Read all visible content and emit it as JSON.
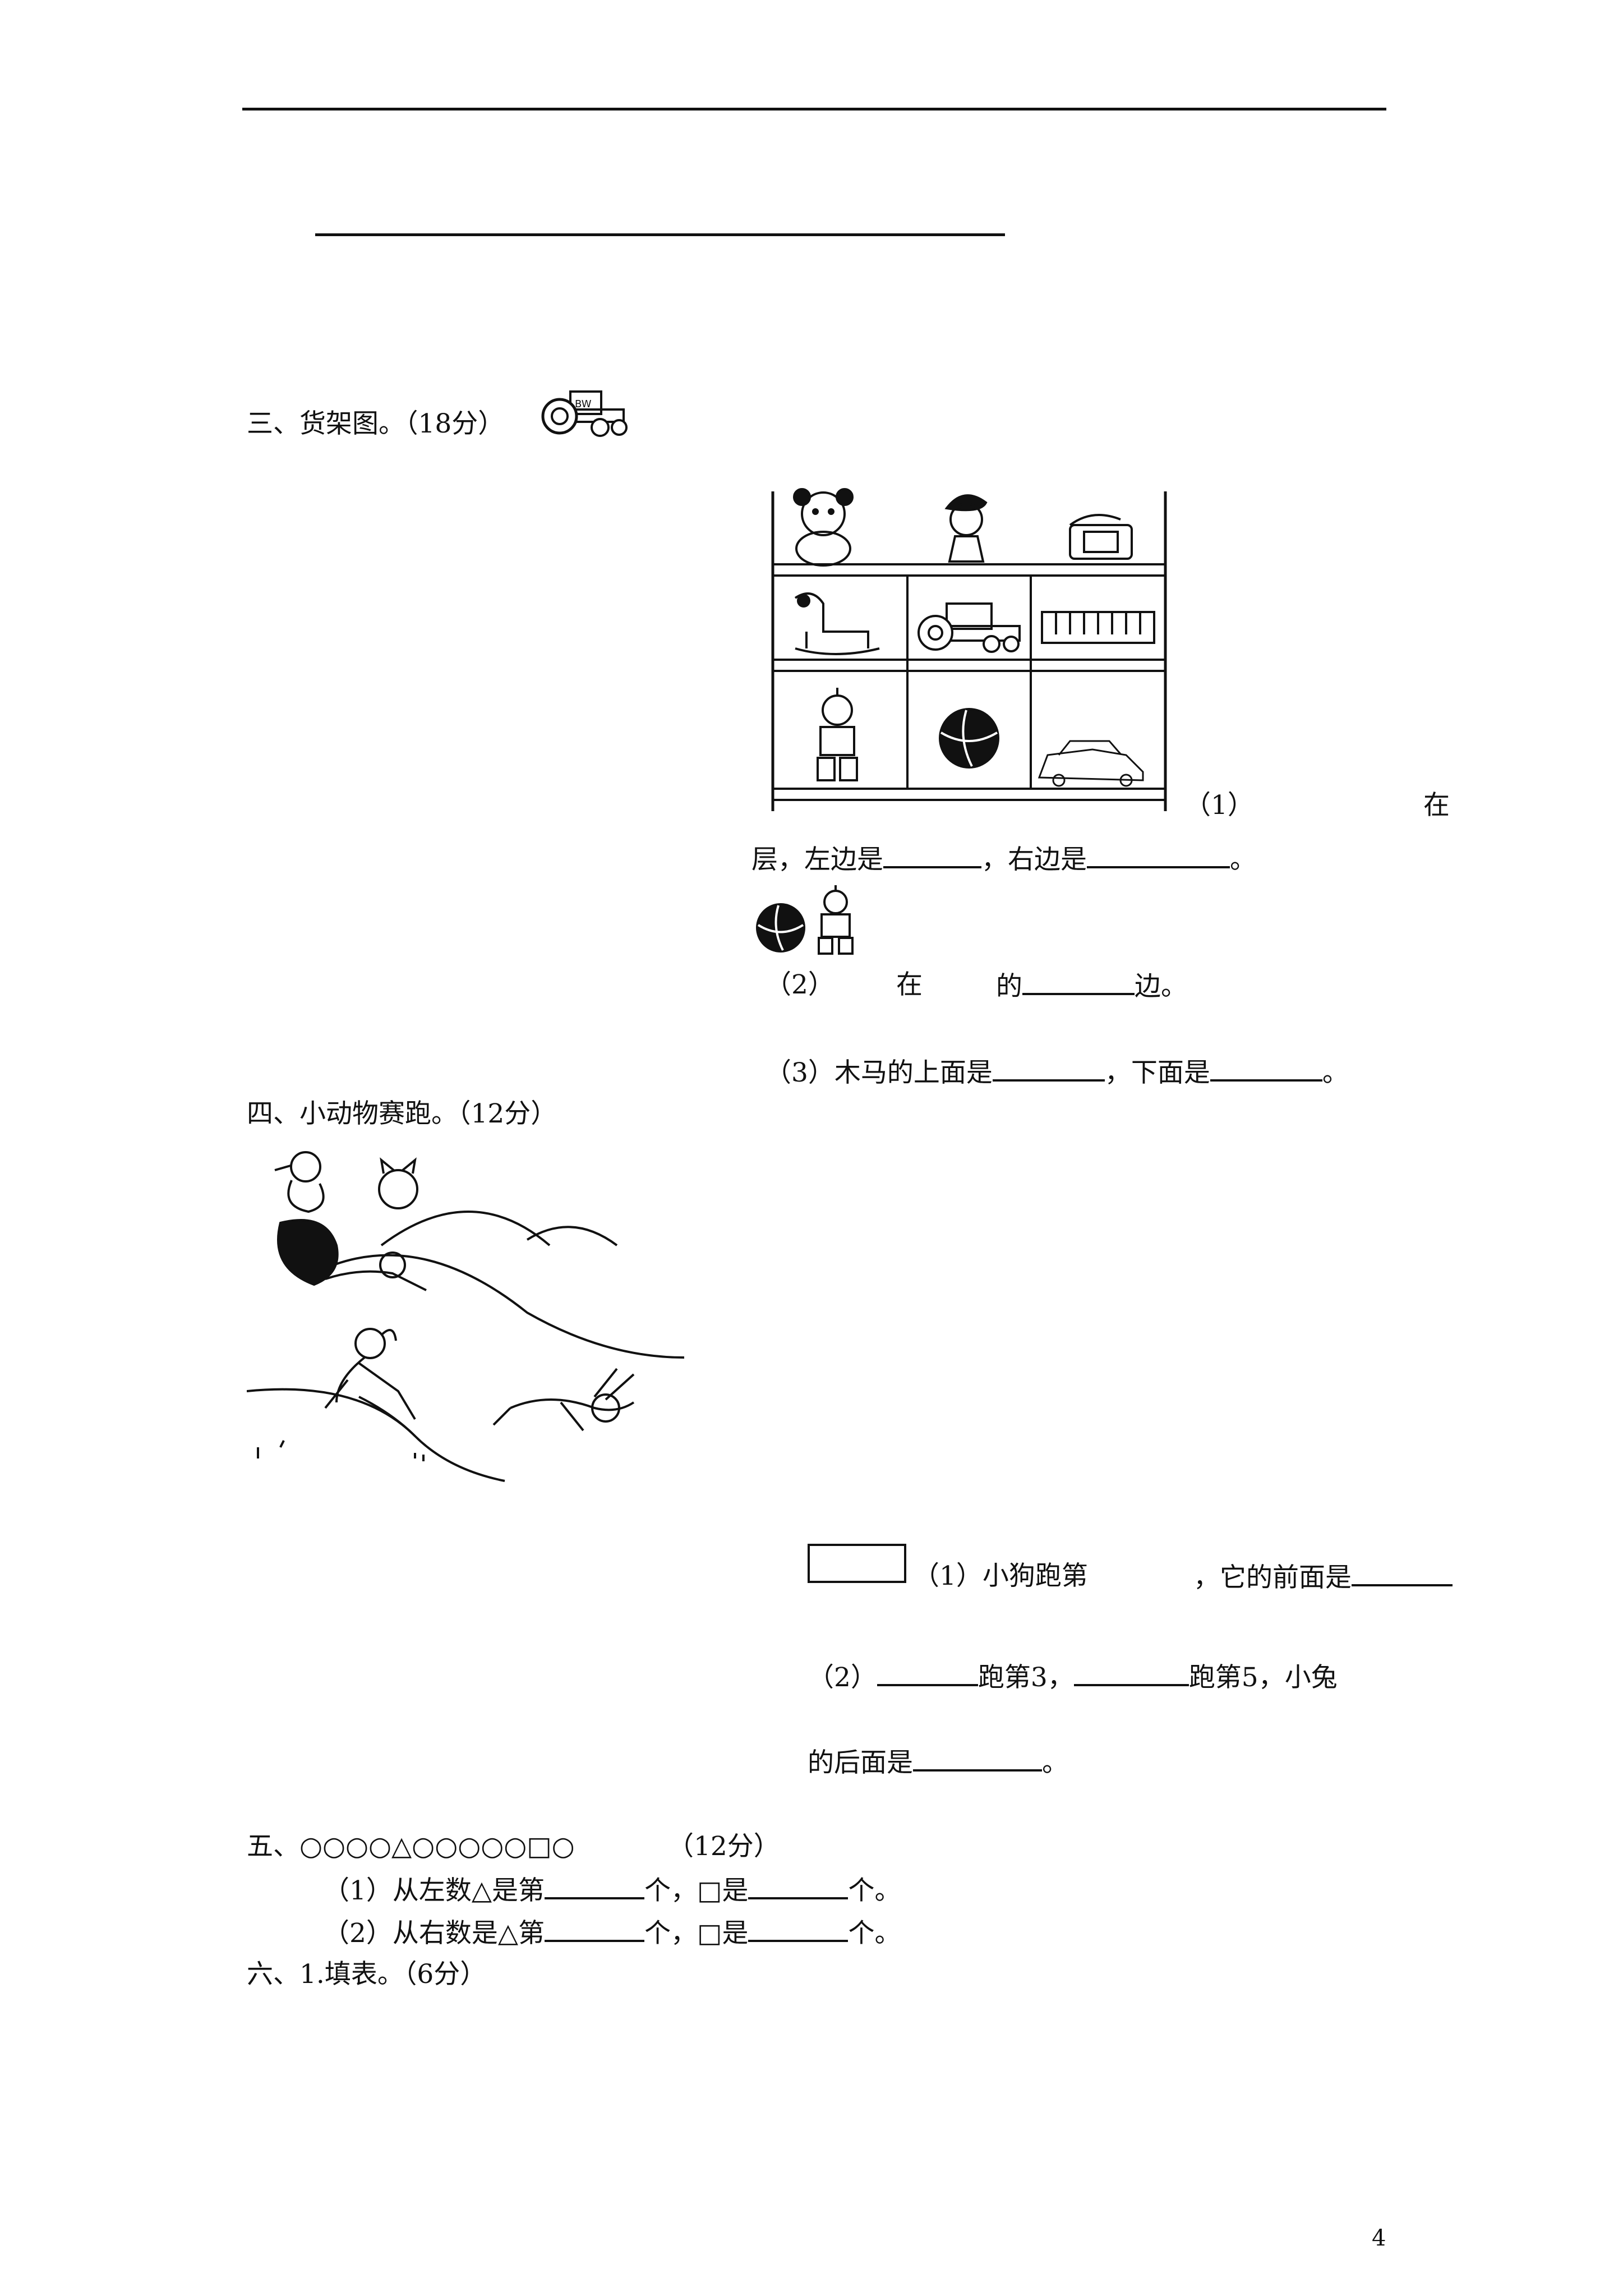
{
  "section3": {
    "heading": "三、货架图。（18分）",
    "q1_num": "（1）",
    "q1_zai": "在",
    "q1_line2a": "层，左边是",
    "q1_line2b": "，右边是",
    "q1_end": "。",
    "q2_num": "（2）",
    "q2_zai": "在",
    "q2_de": "的",
    "q2_end": "边。",
    "q3_a": "（3）木马的上面是",
    "q3_b": "，下面是",
    "q3_end": "。"
  },
  "section4": {
    "heading": "四、小动物赛跑。（12分）",
    "q1_a": "（1）小狗跑第",
    "q1_b": "，它的前面是",
    "q2_a": "（2）",
    "q2_b": "跑第3，",
    "q2_c": "跑第5，小兔",
    "q2_line2": "的后面是",
    "q2_end": "。"
  },
  "section5": {
    "heading": "五、○○○○△○○○○○□○",
    "score": "（12分）",
    "q1_a": "（1）从左数△是第",
    "q1_b": "个，□是",
    "q1_end": "个。",
    "q2_a": "（2）从右数是△第",
    "q2_b": "个，□是",
    "q2_end": "个。"
  },
  "section6": {
    "heading": "六、1.填表。（6分）"
  },
  "page_number": "4",
  "truck_label": "BW"
}
